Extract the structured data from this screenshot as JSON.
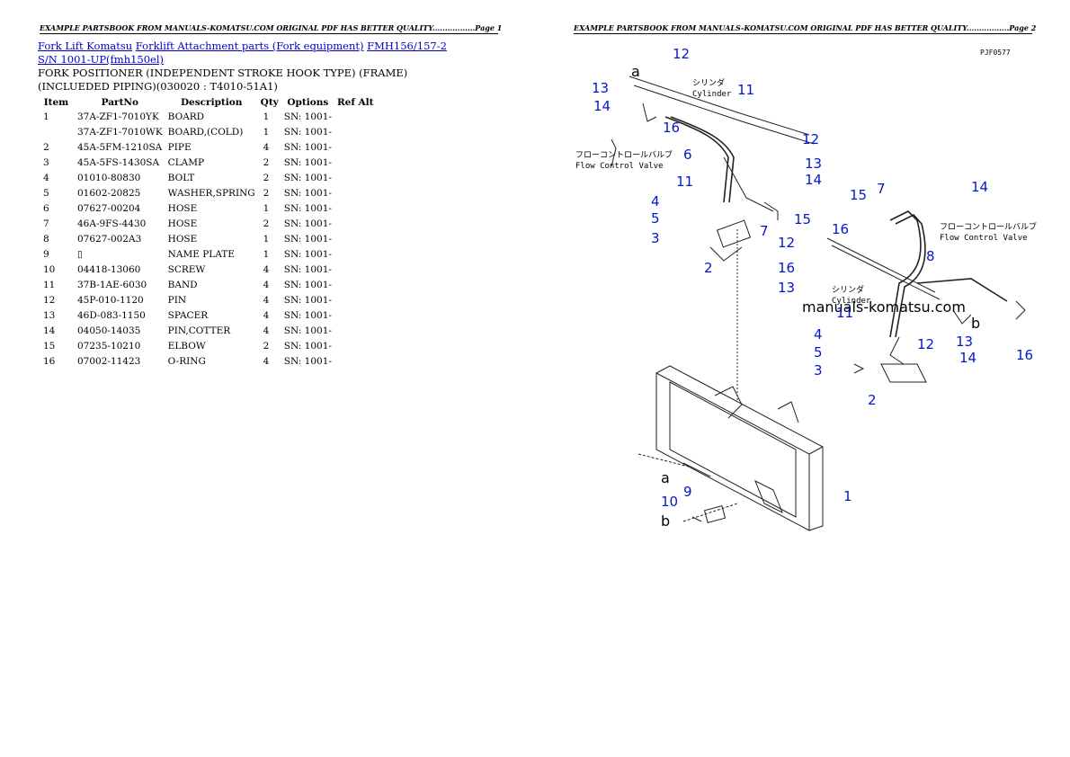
{
  "header": {
    "left": "EXAMPLE PARTSBOOK FROM MANUALS-KOMATSU.COM ORIGINAL PDF HAS BETTER QUALITY.................Page 1",
    "right": "EXAMPLE PARTSBOOK FROM MANUALS-KOMATSU.COM ORIGINAL PDF HAS BETTER QUALITY.................Page 2"
  },
  "breadcrumb": {
    "link1": "Fork Lift Komatsu",
    "link2": "Forklift Attachment parts (Fork equipment)",
    "link3": "FMH156/157-2 S/N 1001-UP(fmh150el)"
  },
  "page_title": "FORK POSITIONER (INDEPENDENT STROKE HOOK TYPE) (FRAME) (INCLUEDED PIPING)(030020 : T4010-51A1)",
  "table": {
    "headers": [
      "Item",
      "PartNo",
      "Description",
      "Qty",
      "Options",
      "Ref Alt"
    ],
    "rows": [
      {
        "item": "1",
        "partno": "37A-ZF1-7010YK",
        "desc": "BOARD",
        "qty": "1",
        "options": "SN: 1001-"
      },
      {
        "item": "",
        "partno": "37A-ZF1-7010WK",
        "desc": "BOARD,(COLD)",
        "qty": "1",
        "options": "SN: 1001-"
      },
      {
        "item": "2",
        "partno": "45A-5FM-1210SA",
        "desc": "PIPE",
        "qty": "4",
        "options": "SN: 1001-"
      },
      {
        "item": "3",
        "partno": "45A-5FS-1430SA",
        "desc": "CLAMP",
        "qty": "2",
        "options": "SN: 1001-"
      },
      {
        "item": "4",
        "partno": "01010-80830",
        "desc": "BOLT",
        "qty": "2",
        "options": "SN: 1001-"
      },
      {
        "item": "5",
        "partno": "01602-20825",
        "desc": "WASHER,SPRING",
        "qty": "2",
        "options": "SN: 1001-"
      },
      {
        "item": "6",
        "partno": "07627-00204",
        "desc": "HOSE",
        "qty": "1",
        "options": "SN: 1001-"
      },
      {
        "item": "7",
        "partno": "46A-9FS-4430",
        "desc": "HOSE",
        "qty": "2",
        "options": "SN: 1001-"
      },
      {
        "item": "8",
        "partno": "07627-002A3",
        "desc": "HOSE",
        "qty": "1",
        "options": "SN: 1001-"
      },
      {
        "item": "9",
        "partno": "▯",
        "desc": "NAME PLATE",
        "qty": "1",
        "options": "SN: 1001-"
      },
      {
        "item": "10",
        "partno": "04418-13060",
        "desc": "SCREW",
        "qty": "4",
        "options": "SN: 1001-"
      },
      {
        "item": "11",
        "partno": "37B-1AE-6030",
        "desc": "BAND",
        "qty": "4",
        "options": "SN: 1001-"
      },
      {
        "item": "12",
        "partno": "45P-010-1120",
        "desc": "PIN",
        "qty": "4",
        "options": "SN: 1001-"
      },
      {
        "item": "13",
        "partno": "46D-083-1150",
        "desc": "SPACER",
        "qty": "4",
        "options": "SN: 1001-"
      },
      {
        "item": "14",
        "partno": "04050-14035",
        "desc": "PIN,COTTER",
        "qty": "4",
        "options": "SN: 1001-"
      },
      {
        "item": "15",
        "partno": "07235-10210",
        "desc": "ELBOW",
        "qty": "2",
        "options": "SN: 1001-"
      },
      {
        "item": "16",
        "partno": "07002-11423",
        "desc": "O-RING",
        "qty": "4",
        "options": "SN: 1001-"
      }
    ]
  },
  "drawing": {
    "code": "PJF0577",
    "watermark": "manuals-komatsu.com",
    "jp_cylinder": "シリンダ",
    "en_cylinder": "Cylinder",
    "jp_flow": "フローコントロールバルブ",
    "en_flow": "Flow Control Valve",
    "view_a": "a",
    "view_b": "b",
    "callouts": [
      "12",
      "13",
      "14",
      "11",
      "16",
      "6",
      "12",
      "13",
      "14",
      "11",
      "4",
      "5",
      "3",
      "16",
      "7",
      "15",
      "2",
      "15",
      "7",
      "12",
      "16",
      "13",
      "14",
      "8",
      "11",
      "4",
      "5",
      "3",
      "12",
      "13",
      "14",
      "16",
      "2",
      "1",
      "9",
      "10"
    ]
  }
}
